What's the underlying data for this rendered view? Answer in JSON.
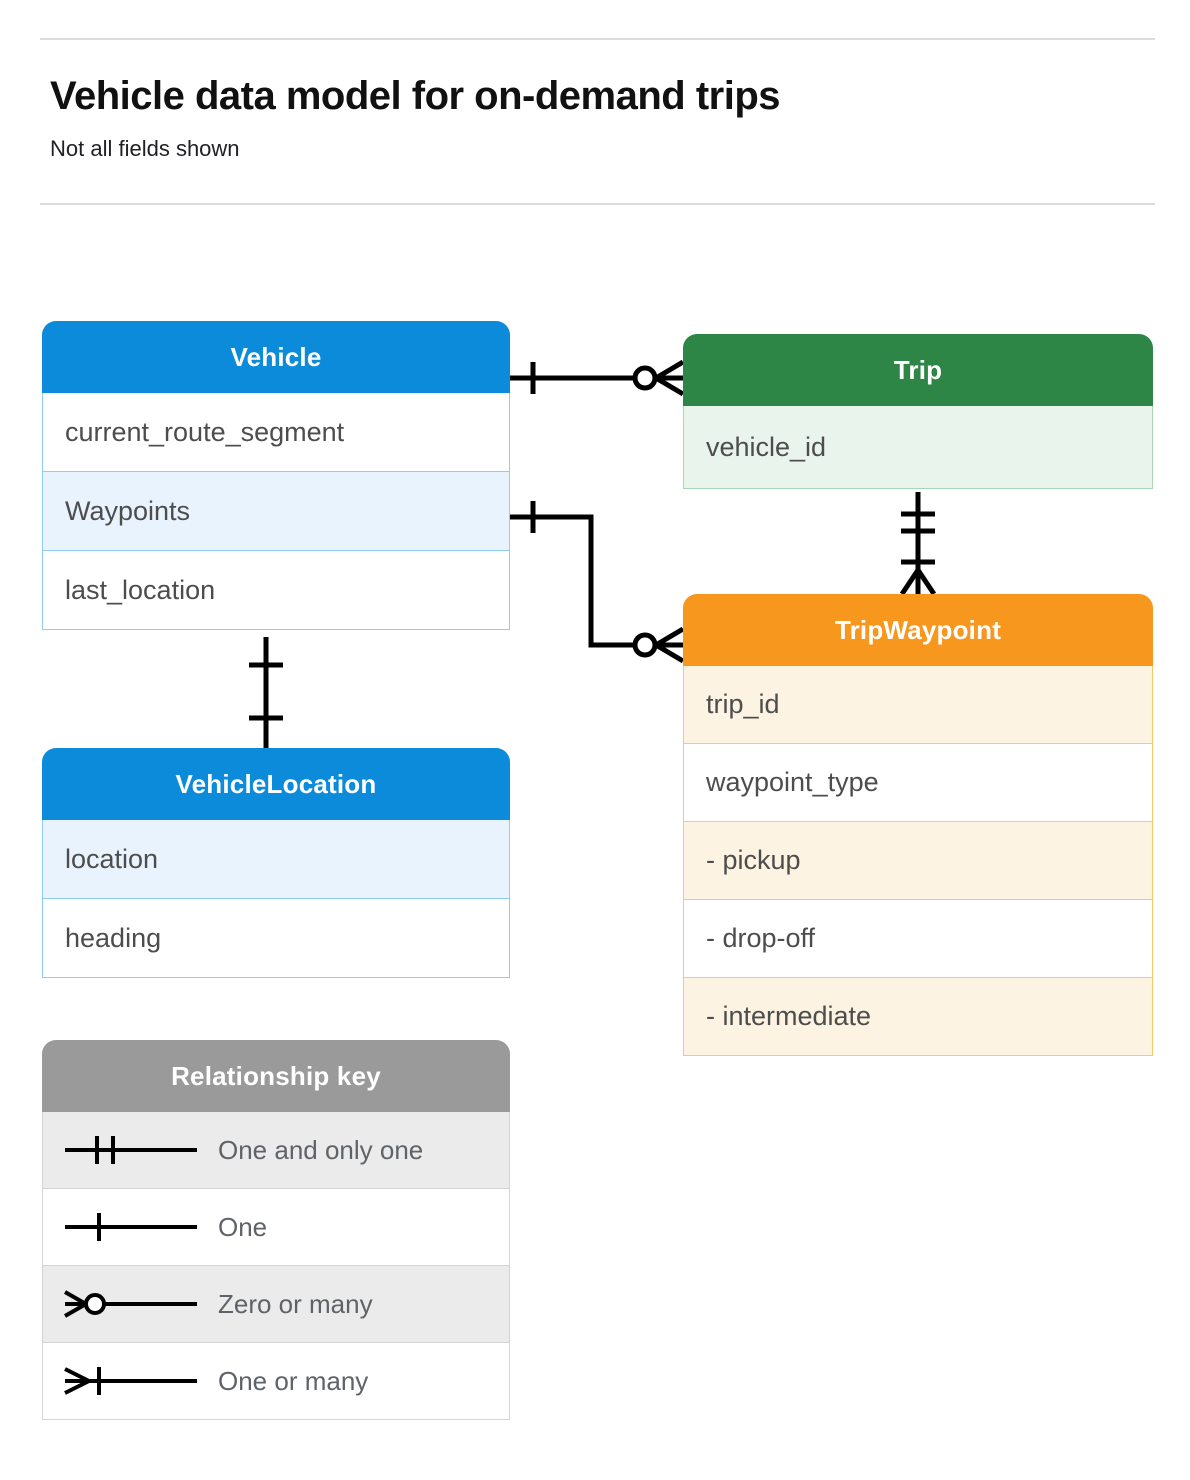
{
  "header": {
    "title": "Vehicle data model for on-demand trips",
    "subtitle": "Not all fields shown"
  },
  "colors": {
    "blue": "#0b8bd9",
    "blue_row": "#e8f3fd",
    "blue_border": "#8fcdf4",
    "green": "#2e8646",
    "green_row": "#e9f4ec",
    "green_border": "#a9d7b6",
    "orange": "#f7971d",
    "orange_row": "#fdf3e2",
    "orange_border": "#fbc96a",
    "gray_header": "#9a9a9a",
    "gray_row": "#ebebeb",
    "connector": "#000000",
    "rule": "#dadce0"
  },
  "entities": {
    "vehicle": {
      "name": "Vehicle",
      "fields": [
        {
          "label": "current_route_segment"
        },
        {
          "label": "Waypoints"
        },
        {
          "label": "last_location"
        }
      ]
    },
    "vehicle_location": {
      "name": "VehicleLocation",
      "fields": [
        {
          "label": "location"
        },
        {
          "label": "heading"
        }
      ]
    },
    "trip": {
      "name": "Trip",
      "fields": [
        {
          "label": "vehicle_id"
        }
      ]
    },
    "trip_waypoint": {
      "name": "TripWaypoint",
      "fields": [
        {
          "label": "trip_id"
        },
        {
          "label": "waypoint_type"
        },
        {
          "label": "-  pickup"
        },
        {
          "label": "-  drop-off"
        },
        {
          "label": "-  intermediate"
        }
      ]
    }
  },
  "legend": {
    "title": "Relationship key",
    "rows": [
      {
        "symbol": "one-and-only-one-icon",
        "label": "One and only one"
      },
      {
        "symbol": "one-icon",
        "label": "One"
      },
      {
        "symbol": "zero-or-many-icon",
        "label": "Zero or many"
      },
      {
        "symbol": "one-or-many-icon",
        "label": "One or many"
      }
    ]
  },
  "relationships": [
    {
      "from": "Vehicle",
      "to": "Trip",
      "from_cardinality": "One",
      "to_cardinality": "Zero or many"
    },
    {
      "from": "Vehicle.Waypoints",
      "to": "TripWaypoint",
      "from_cardinality": "One",
      "to_cardinality": "Zero or many"
    },
    {
      "from": "Trip",
      "to": "TripWaypoint",
      "from_cardinality": "One and only one",
      "to_cardinality": "One or many"
    },
    {
      "from": "Vehicle",
      "to": "VehicleLocation",
      "from_cardinality": "One",
      "to_cardinality": "One"
    }
  ]
}
